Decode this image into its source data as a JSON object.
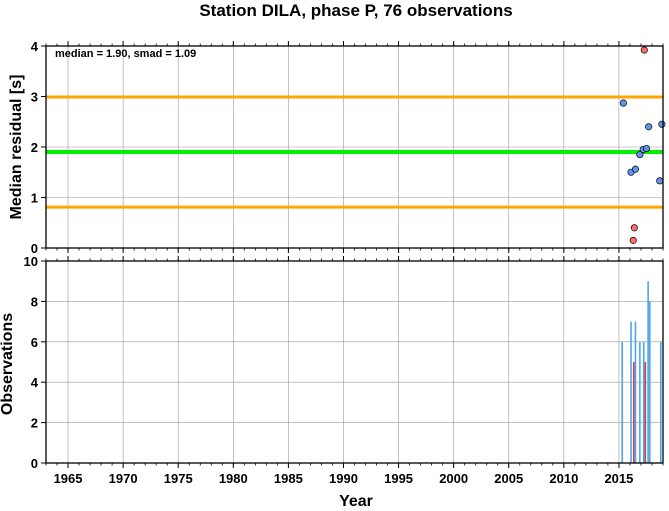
{
  "title": "Station DILA, phase P, 76 observations",
  "colors": {
    "median_line": "#00ee00",
    "smad_lines": "#ffa500",
    "point_normal": "#6495ed",
    "point_outlier": "#ff6a6a",
    "bar_blue": "#4da6e8",
    "bar_red": "#e0403a",
    "grid": "#9a9a9a"
  },
  "chart_data": [
    {
      "type": "scatter",
      "panel": "top",
      "ylabel": "Median residual [s]",
      "annotation": "median = 1.90, smad = 1.09",
      "xlim": [
        1963,
        2019
      ],
      "ylim": [
        0,
        4
      ],
      "xticks": [
        1965,
        1970,
        1975,
        1980,
        1985,
        1990,
        1995,
        2000,
        2005,
        2010,
        2015
      ],
      "yticks": [
        0,
        1,
        2,
        3,
        4
      ],
      "grid": true,
      "hlines": [
        {
          "y": 1.9,
          "kind": "median"
        },
        {
          "y": 2.99,
          "kind": "upper"
        },
        {
          "y": 0.81,
          "kind": "lower"
        }
      ],
      "series": [
        {
          "kind": "normal",
          "points": [
            [
              2015.4,
              2.87
            ],
            [
              2016.1,
              1.5
            ],
            [
              2016.5,
              1.56
            ],
            [
              2016.9,
              1.85
            ],
            [
              2017.2,
              1.95
            ],
            [
              2017.5,
              1.97
            ],
            [
              2017.7,
              2.4
            ],
            [
              2018.7,
              1.33
            ],
            [
              2018.9,
              2.45
            ]
          ]
        },
        {
          "kind": "outlier",
          "points": [
            [
              2017.3,
              3.92
            ],
            [
              2016.4,
              0.4
            ],
            [
              2016.3,
              0.15
            ]
          ]
        }
      ]
    },
    {
      "type": "bar",
      "panel": "bottom",
      "xlabel": "Year",
      "ylabel": "Observations",
      "xlim": [
        1963,
        2019
      ],
      "ylim": [
        0,
        10
      ],
      "xticks": [
        1965,
        1970,
        1975,
        1980,
        1985,
        1990,
        1995,
        2000,
        2005,
        2010,
        2015
      ],
      "yticks": [
        0,
        2,
        4,
        6,
        8,
        10
      ],
      "grid": true,
      "bars": [
        {
          "x": 2015.3,
          "value": 6,
          "kind": "blue"
        },
        {
          "x": 2016.1,
          "value": 7,
          "kind": "blue"
        },
        {
          "x": 2016.35,
          "value": 5,
          "kind": "red"
        },
        {
          "x": 2016.5,
          "value": 7,
          "kind": "blue"
        },
        {
          "x": 2016.9,
          "value": 6,
          "kind": "blue"
        },
        {
          "x": 2017.25,
          "value": 6,
          "kind": "blue"
        },
        {
          "x": 2017.4,
          "value": 5,
          "kind": "red"
        },
        {
          "x": 2017.65,
          "value": 9,
          "kind": "blue"
        },
        {
          "x": 2017.8,
          "value": 8,
          "kind": "blue"
        },
        {
          "x": 2018.8,
          "value": 6,
          "kind": "blue"
        }
      ]
    }
  ]
}
